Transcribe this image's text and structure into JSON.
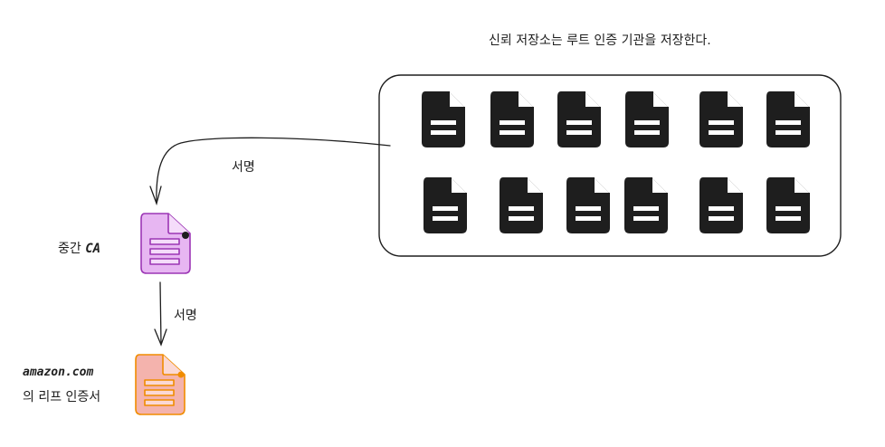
{
  "trust_store": {
    "caption": "신뢰 저장소는 루트 인증 기관을 저장한다.",
    "root_cert_count": 12,
    "cert_icon": "file-document-icon"
  },
  "intermediate": {
    "label_ko": "중간",
    "label_ca": "CA",
    "icon": "file-document-icon",
    "fill": "#e7b6f2",
    "stroke": "#9c36b5"
  },
  "leaf": {
    "label_domain": "amazon.com",
    "label_ko": "의 리프 인증서",
    "icon": "file-document-icon",
    "fill": "#f4b3ad",
    "stroke": "#f08c00"
  },
  "arrows": {
    "root_to_intermediate_label": "서명",
    "intermediate_to_leaf_label": "서명"
  },
  "colors": {
    "ink": "#1e1e1e",
    "cert_dark": "#1e1e1e"
  }
}
